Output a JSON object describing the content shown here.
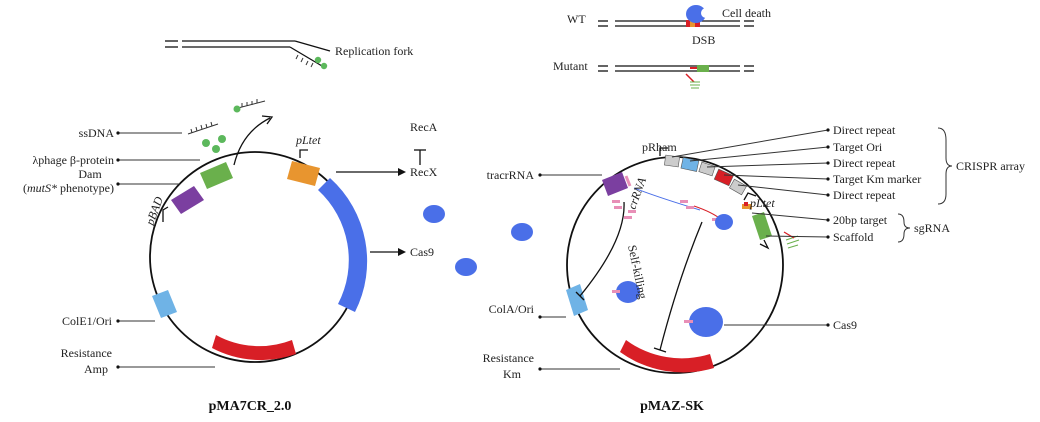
{
  "fork": {
    "label": "Replication fork"
  },
  "wt_panel": {
    "wt": "WT",
    "cell_death": "Cell death",
    "dsb": "DSB",
    "mutant": "Mutant"
  },
  "left": {
    "title": "pMA7CR_2.0",
    "ssdna": "ssDNA",
    "beta": "λphage β-protein",
    "dam": "Dam",
    "mutS_open": "(",
    "mutS": "mutS*",
    "mutS_rest": " phenotype)",
    "pbad": "pBAD",
    "pltet": "pLtet",
    "reca": "RecA",
    "recx": "RecX",
    "cas9": "Cas9",
    "cole1": "ColE1/Ori",
    "resistance": "Resistance",
    "amp": "Amp"
  },
  "right": {
    "title": "pMAZ-SK",
    "tracr": "tracrRNA",
    "prham": "pRham",
    "crrna": "crRNA",
    "pltet": "pLtet",
    "self_killing": "Self-killing",
    "cola": "ColA/Ori",
    "resistance": "Resistance",
    "km": "Km",
    "cas9": "Cas9",
    "array_items": [
      "Direct repeat",
      "Target Ori",
      "Direct repeat",
      "Target Km marker",
      "Direct repeat"
    ],
    "crispr_array": "CRISPR array",
    "sg_items": [
      "20bp target",
      "Scaffold"
    ],
    "sgrna": "sgRNA"
  },
  "colors": {
    "green": "#6ab04c",
    "purple": "#7b3fa0",
    "orange": "#e8952f",
    "blue": "#4a6fe8",
    "red": "#d81f26",
    "lightblue": "#6fb3e6",
    "ssdna_dot": "#5cb85c",
    "pink": "#e88fb7",
    "grey": "#cccccc"
  }
}
